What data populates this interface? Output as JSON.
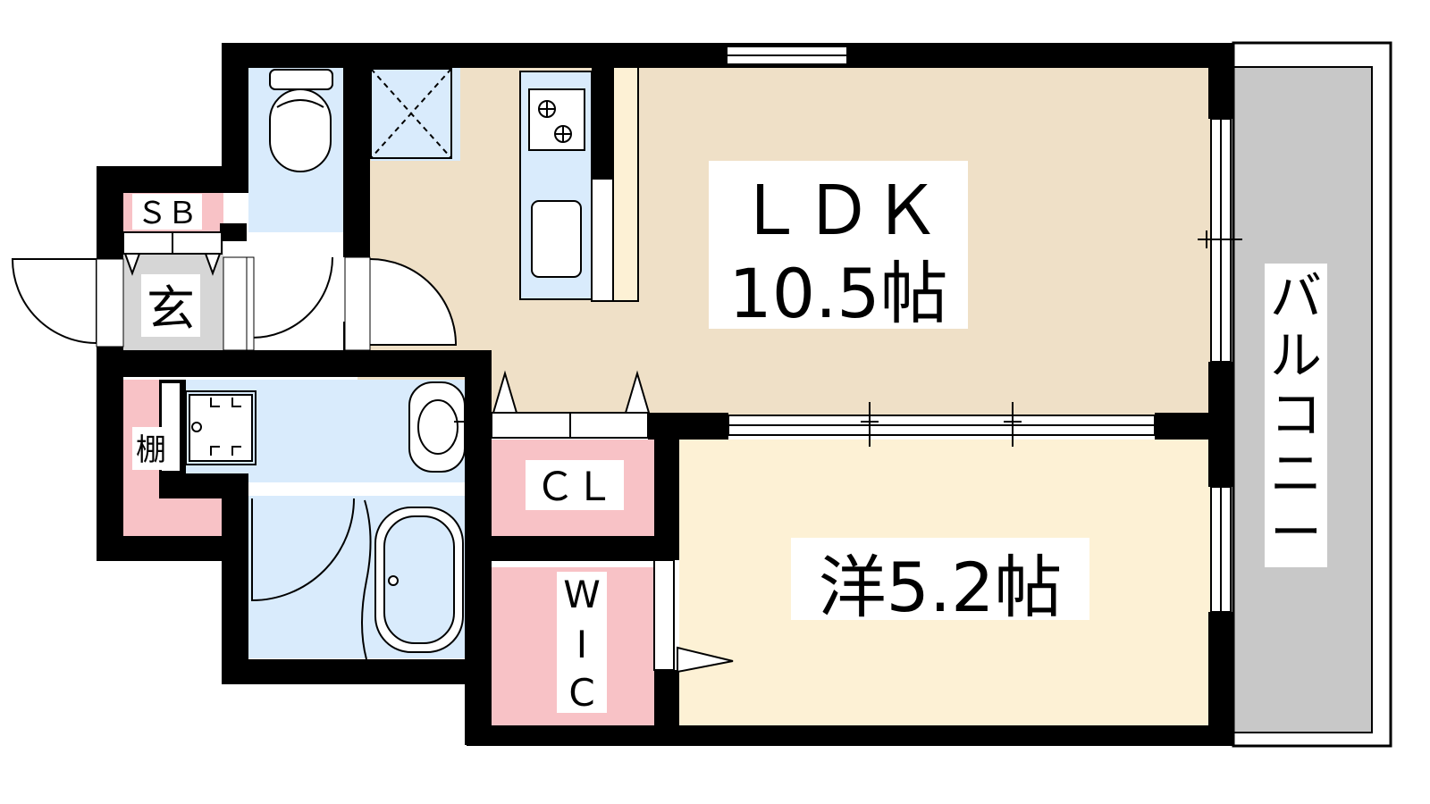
{
  "floorplan": {
    "rooms": {
      "ldk": {
        "name": "ＬＤＫ",
        "size": "10.5帖",
        "fill": "#efe0c7"
      },
      "western": {
        "name": "洋5.2帖",
        "fill": "#fdf1d5"
      },
      "closet": {
        "name": "ＣＬ",
        "fill": "#f8c2c6"
      },
      "walk_in_closet": {
        "chars": [
          "W",
          "I",
          "C"
        ],
        "fill": "#f8c2c6"
      },
      "entrance": {
        "name": "玄",
        "fill": "#d6d6d6"
      },
      "shoe_box": {
        "name": "ＳＢ",
        "fill": "#f8c2c6"
      },
      "shelf": {
        "name": "棚",
        "fill": "#f8c2c6"
      },
      "balcony": {
        "chars": [
          "バ",
          "ル",
          "コ",
          "ニ",
          "ー"
        ],
        "fill": "#c8c8c8"
      }
    },
    "wet_area_fill": "#d9ebfc",
    "wall_color": "#000000"
  }
}
